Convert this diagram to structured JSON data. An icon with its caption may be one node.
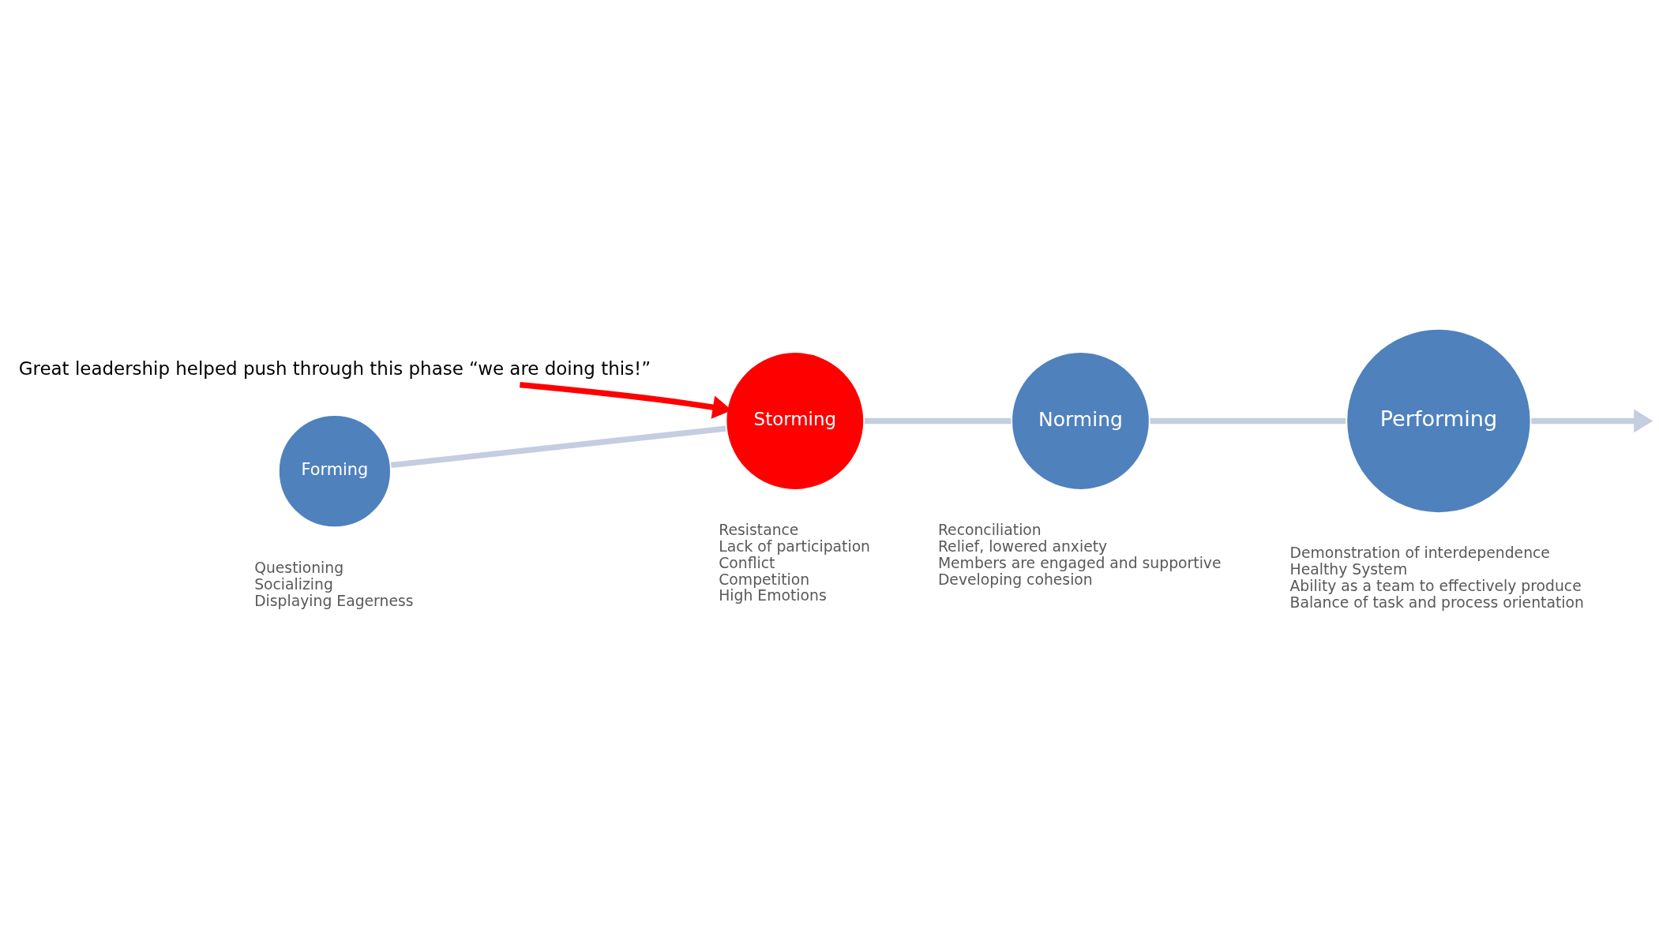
{
  "diagram": {
    "nodes": [
      {
        "text": [
          "Great leadership helped push through this phase “we are doing this!”"
        ]
      },
      {
        "text": [
          "Forming"
        ],
        "beside": [
          "Questioning",
          "Socializing",
          "Displaying Eagerness"
        ]
      },
      {
        "text": [
          "Storming"
        ],
        "beside": [
          "Resistance",
          "Lack of participation",
          "Conflict",
          "Competition",
          "High Emotions"
        ]
      },
      {
        "text": [
          "Norming"
        ],
        "beside": [
          "Reconciliation",
          "Relief, lowered anxiety",
          "Members are engaged and supportive",
          "Developing cohesion"
        ]
      },
      {
        "text": [
          "Performing"
        ],
        "beside": [
          "Demonstration of interdependence",
          "Healthy System",
          "Ability as a team to effectively produce",
          "Balance of task and process orientation"
        ]
      }
    ],
    "edges": [
      {
        "from": 0,
        "to": 2,
        "arrow": "to",
        "color": "#ff0000"
      },
      {
        "from": 1,
        "to": 2,
        "arrow": "none"
      },
      {
        "from": 2,
        "to": 3,
        "arrow": "none"
      },
      {
        "from": 3,
        "to": 4,
        "arrow": "none"
      },
      {
        "from": 4,
        "to": null,
        "arrow": "to"
      }
    ]
  }
}
